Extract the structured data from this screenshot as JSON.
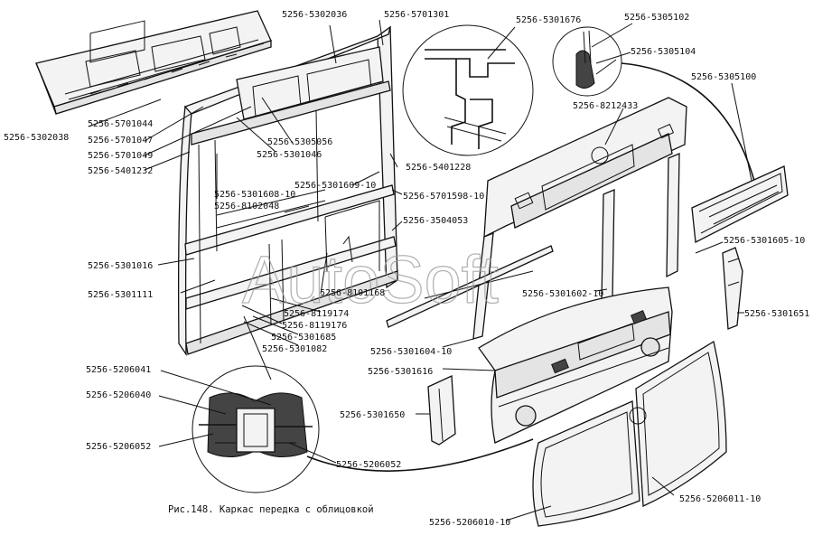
{
  "caption": "Рис.148. Каркас передка с облицовкой",
  "watermark": "AutoSoft",
  "labels": {
    "l01": "5256-5302038",
    "l02": "5256-5701044",
    "l03": "5256-5701047",
    "l04": "5256-5701049",
    "l05": "5256-5401232",
    "l06": "5256-5302036",
    "l07": "5256-5701301",
    "l08": "5256-5305056",
    "l09": "5256-5301046",
    "l10": "5256-5301609-10",
    "l11": "5256-5401228",
    "l12": "5256-5701598-10",
    "l13": "5256-5301608-10",
    "l14": "5256-8102048",
    "l15": "5256-3504053",
    "l16": "5256-5301016",
    "l17": "5256-5301111",
    "l18": "5256-8101168",
    "l19": "5256-8119174",
    "l20": "5256-8119176",
    "l21": "5256-5301685",
    "l22": "5256-5301082",
    "l23": "5256-5301676",
    "l24": "5256-5305102",
    "l25": "5256-5305104",
    "l26": "5256-5305100",
    "l27": "5256-8212433",
    "l28": "5256-5301605-10",
    "l29": "5256-5301602-10",
    "l30": "5256-5301651",
    "l31": "5256-5301604-10",
    "l32": "5256-5301616",
    "l33": "5256-5206041",
    "l34": "5256-5206040",
    "l35": "5256-5206052",
    "l36": "5256-5206052",
    "l37": "5256-5301650",
    "l38": "5256-5206011-10",
    "l39": "5256-5206010-10"
  }
}
